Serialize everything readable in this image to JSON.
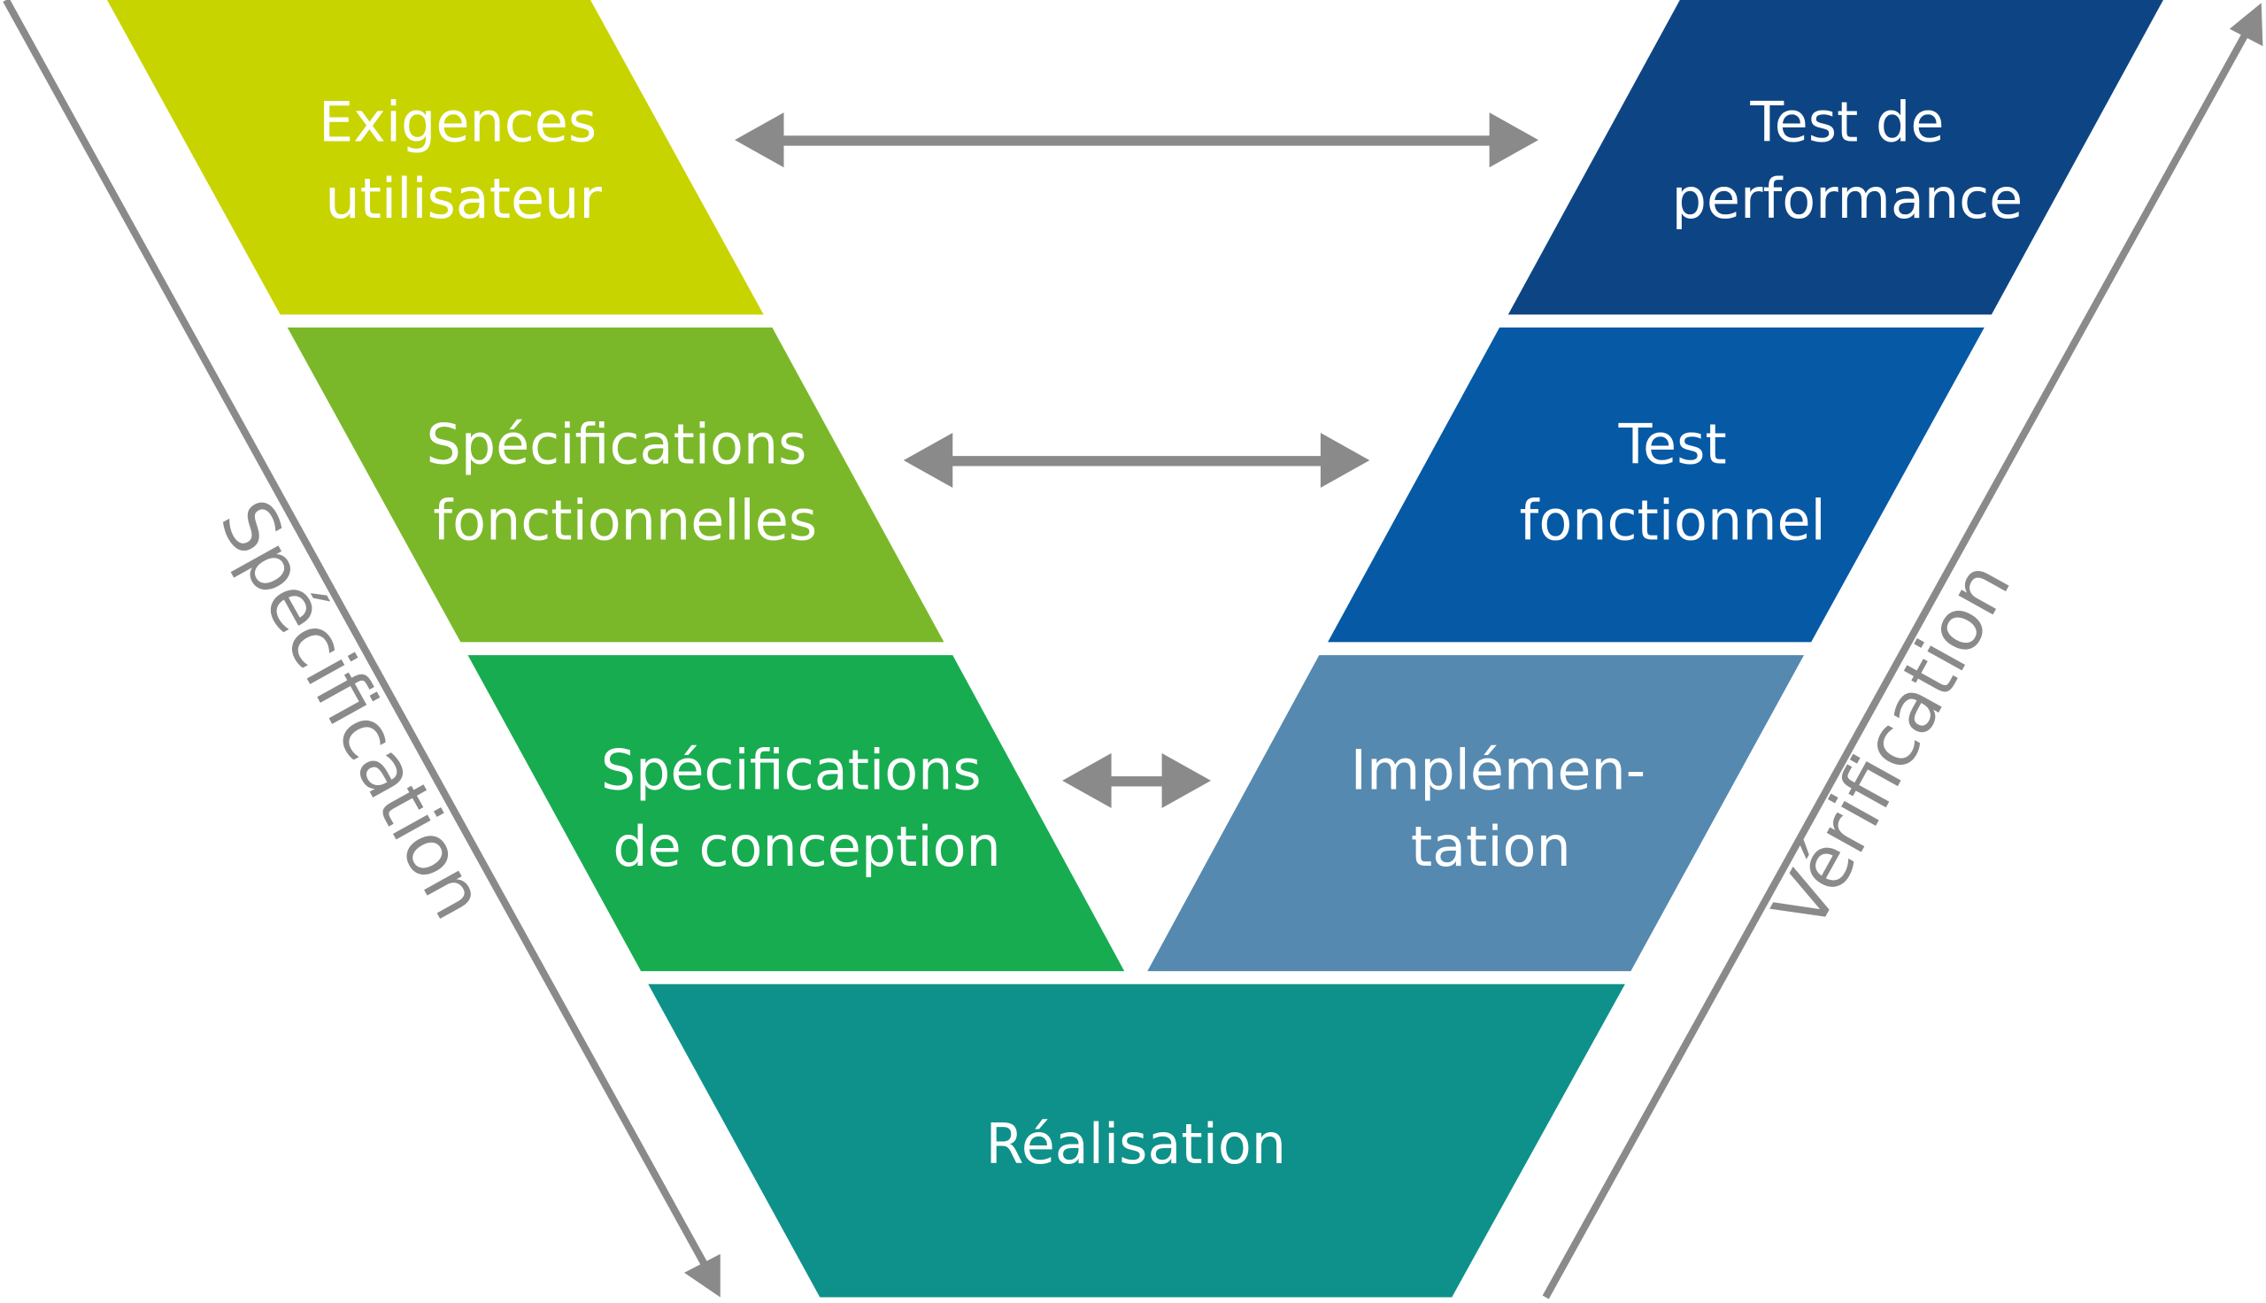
{
  "stages": {
    "user_requirements": {
      "line1": "Exigences",
      "line2": "utilisateur",
      "color": "#c8d400"
    },
    "functional_specs": {
      "line1": "Spécifications",
      "line2": "fonctionnelles",
      "color": "#7ab82a"
    },
    "design_specs": {
      "line1": "Spécifications",
      "line2": "de conception",
      "color": "#17ac50"
    },
    "realisation": {
      "line1": "Réalisation",
      "color": "#0e918a"
    },
    "implementation": {
      "line1": "Implémen-",
      "line2": "tation",
      "color": "#5589b0"
    },
    "functional_test": {
      "line1": "Test",
      "line2": "fonctionnel",
      "color": "#0659a5"
    },
    "performance_test": {
      "line1": "Test de",
      "line2": "performance",
      "color": "#0d4584"
    }
  },
  "axes": {
    "left_label": "Spécification",
    "right_label": "Vérification",
    "arrow_color": "#8a8a8a"
  }
}
